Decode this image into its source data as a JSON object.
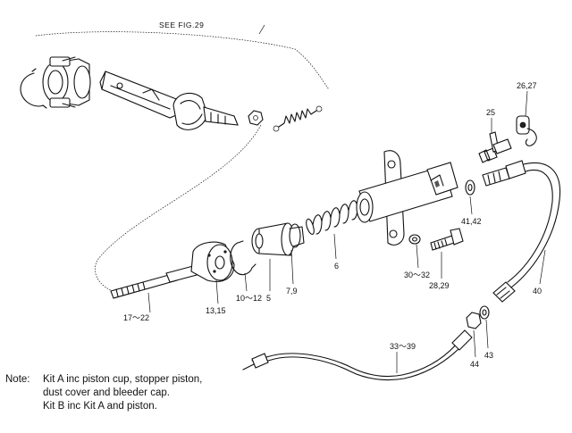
{
  "figure_ref": "SEE FIG.29",
  "part_labels": [
    {
      "id": "p26_27",
      "text": "26,27"
    },
    {
      "id": "p25",
      "text": "25"
    },
    {
      "id": "p41_42",
      "text": "41,42"
    },
    {
      "id": "p6",
      "text": "6"
    },
    {
      "id": "p30_32",
      "text": "30～32"
    },
    {
      "id": "p28_29",
      "text": "28,29"
    },
    {
      "id": "p40",
      "text": "40"
    },
    {
      "id": "p17_22",
      "text": "17～22"
    },
    {
      "id": "p13_15",
      "text": "13,15"
    },
    {
      "id": "p10_12",
      "text": "10～12"
    },
    {
      "id": "p5",
      "text": "5"
    },
    {
      "id": "p7_9",
      "text": "7,9"
    },
    {
      "id": "p33_39",
      "text": "33～39"
    },
    {
      "id": "p44",
      "text": "44"
    },
    {
      "id": "p43",
      "text": "43"
    }
  ],
  "note": {
    "heading": "Note:",
    "lines": [
      "Kit A inc piston cup, stopper piston,",
      "dust cover and bleeder cap.",
      "Kit B inc Kit A and piston."
    ]
  }
}
